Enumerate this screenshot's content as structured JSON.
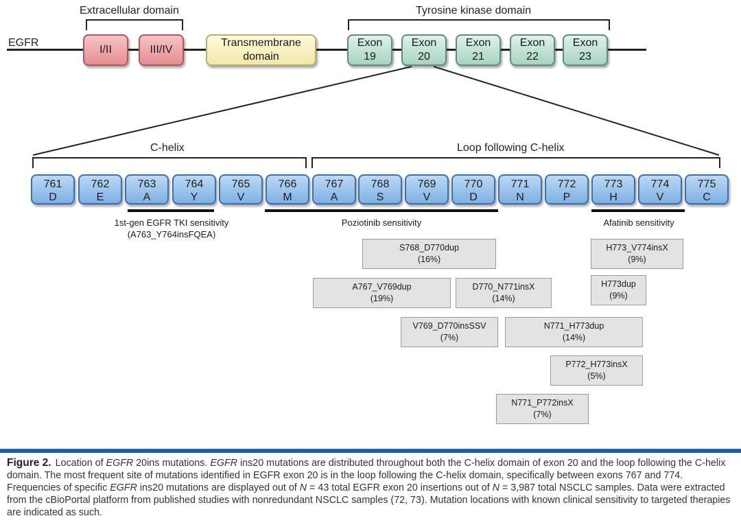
{
  "gene": "EGFR",
  "extracellular_label": "Extracellular domain",
  "tk_label": "Tyrosine kinase domain",
  "domains": {
    "d1": "I/II",
    "d2": "III/IV",
    "tm_line1": "Transmembrane",
    "tm_line2": "domain"
  },
  "exons": [
    {
      "word": "Exon",
      "num": "19"
    },
    {
      "word": "Exon",
      "num": "20"
    },
    {
      "word": "Exon",
      "num": "21"
    },
    {
      "word": "Exon",
      "num": "22"
    },
    {
      "word": "Exon",
      "num": "23"
    }
  ],
  "chelix_label": "C-helix",
  "loop_label": "Loop following C-helix",
  "residues": [
    {
      "pos": "761",
      "aa": "D"
    },
    {
      "pos": "762",
      "aa": "E"
    },
    {
      "pos": "763",
      "aa": "A"
    },
    {
      "pos": "764",
      "aa": "Y"
    },
    {
      "pos": "765",
      "aa": "V"
    },
    {
      "pos": "766",
      "aa": "M"
    },
    {
      "pos": "767",
      "aa": "A"
    },
    {
      "pos": "768",
      "aa": "S"
    },
    {
      "pos": "769",
      "aa": "V"
    },
    {
      "pos": "770",
      "aa": "D"
    },
    {
      "pos": "771",
      "aa": "N"
    },
    {
      "pos": "772",
      "aa": "P"
    },
    {
      "pos": "773",
      "aa": "H"
    },
    {
      "pos": "774",
      "aa": "V"
    },
    {
      "pos": "775",
      "aa": "C"
    }
  ],
  "sensitivity": {
    "first_gen_line1": "1st-gen EGFR TKI sensitivity",
    "first_gen_line2": "(A763_Y764insFQEA)",
    "poziotinib": "Poziotinib sensitivity",
    "afatinib": "Afatinib sensitivity"
  },
  "mutations": [
    {
      "name": "S768_D770dup",
      "freq": "(16%)"
    },
    {
      "name": "A767_V769dup",
      "freq": "(19%)"
    },
    {
      "name": "D770_N771insX",
      "freq": "(14%)"
    },
    {
      "name": "V769_D770insSSV",
      "freq": "(7%)"
    },
    {
      "name": "N771_H773dup",
      "freq": "(14%)"
    },
    {
      "name": "P772_H773insX",
      "freq": "(5%)"
    },
    {
      "name": "N771_P772insX",
      "freq": "(7%)"
    },
    {
      "name": "H773_V774insX",
      "freq": "(9%)"
    },
    {
      "name": "H773dup",
      "freq": "(9%)"
    }
  ],
  "caption": {
    "figure": "Figure 2.",
    "p1": "Location of ",
    "egfr1": "EGFR",
    "p2": " 20ins mutations. ",
    "egfr2": "EGFR",
    "p3": " ins20 mutations are distributed throughout both the C-helix domain of exon 20 and the loop following the C-helix domain. The most frequent site of mutations identified in EGFR exon 20 is in the loop following the C-helix domain, specifically between exons 767 and 774. Frequencies of specific ",
    "egfr3": "EGFR",
    "p4": " ins20 mutations are displayed out of ",
    "n1": "N",
    "p5": " = 43 total EGFR exon 20 insertions out of ",
    "n2": "N",
    "p6": " = 3,987 total NSCLC samples. Data were extracted from the cBioPortal platform from published studies with nonredundant NSCLC samples (72, 73). Mutation locations with known clinical sensitivity to targeted therapies are indicated as such."
  }
}
